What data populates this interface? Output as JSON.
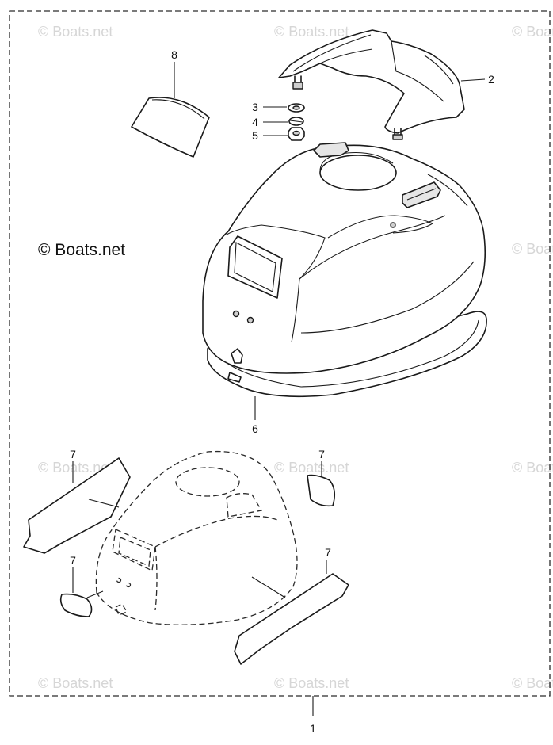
{
  "copyright": "© Boats.net",
  "watermark": "© Boats.net",
  "callouts": {
    "c1": "1",
    "c2": "2",
    "c3": "3",
    "c4": "4",
    "c5": "5",
    "c6": "6",
    "c7": "7",
    "c8": "8"
  }
}
